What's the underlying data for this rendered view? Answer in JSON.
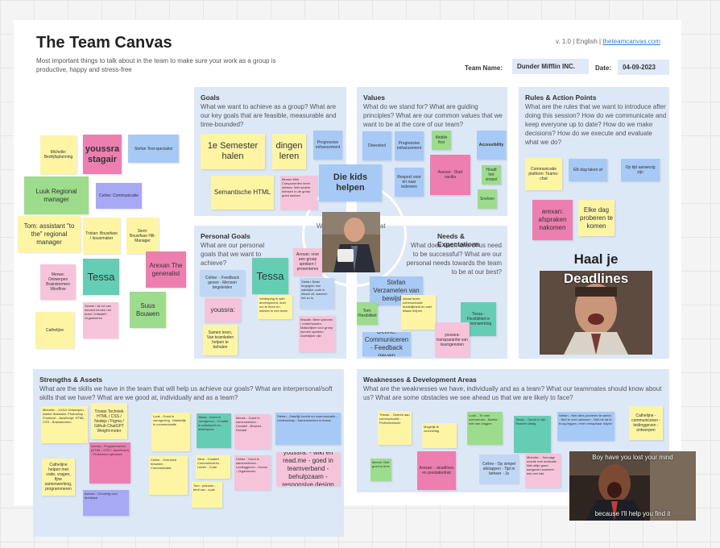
{
  "header": {
    "title": "The Team Canvas",
    "subtitle": "Most important things to talk about in the team to make sure your work as a group is productive, happy and stress-free",
    "version": "v. 1.0",
    "separator": "|",
    "language": "English",
    "site": "theteamcanvas.com",
    "team_label": "Team Name:",
    "team_value": "Dunder Mifflin INC.",
    "date_label": "Date:",
    "date_value": "04-09-2023"
  },
  "center": {
    "left": "We",
    "right": "at"
  },
  "sections": {
    "goals": {
      "title": "Goals",
      "desc": "What we want to achieve as a group? What are our key goals that are feasible, measurable and time-bounded?"
    },
    "values": {
      "title": "Values",
      "desc": "What do we stand for? What are guiding principles? What are our common values that we want to be at the core of our team?"
    },
    "rules": {
      "title": "Rules & Action Points",
      "desc": "What are the rules that we want to introduce after doing this session? How do we communicate and keep everyone up to date? How do we make decisions? How do we execute and evaluate what we do?"
    },
    "personal": {
      "title": "Personal Goals",
      "desc": "What are our personal goals that we want to achieve?"
    },
    "needs": {
      "title": "Needs & Expectations",
      "desc": "What does each one of us need to be successful? What are our personal needs towards the team to be at our best?"
    },
    "strengths": {
      "title": "Strengths & Assets",
      "desc": "What are the skills we have in the team that will help us achieve our goals? What are interpersonal/soft skills that we have? What are we good at, individually and as a team?"
    },
    "weak": {
      "title": "Weaknesses & Development Areas",
      "desc": "What are the weaknesses we have, individually and as a team? What our teammates should know about us? What are some obstacles we see ahead us that we are likely to face?"
    }
  },
  "notes": {
    "left_1": "Michelle: Bedrijfsplanning",
    "left_2": "youssra stagair",
    "left_3": "Stefan Test-specialist",
    "left_4": "Luuk Regional manager",
    "left_5": "Celine: Communicatie",
    "left_6": "Tom: assistant \"to the\" regional manager",
    "left_7": "Tristan: Bouwfase / Issuemaker",
    "left_8": "Siem: Bouwfase Hill-Manager",
    "left_9": "Merwe: Ontwerpen Brainstormen Wireflow",
    "left_10": "Tessa",
    "left_11": "Arexan The generalist",
    "left_12": "Suus Bouwen",
    "left_13": "Cathelijne",
    "left_14": "Sessie / de rol van iemand binnen het team / Initiatief / Organiseren",
    "goals_1": "1e Semester halen",
    "goals_2": "dingen leren",
    "goals_3": "Progressive enhancement",
    "goals_4": "Semantische HTML",
    "goals_5": "Binnen Mini Componenten leren werken. Met andere mensen in de groep goed werken",
    "goals_6": "Die kids helpen",
    "values_1": "Diversiteit",
    "values_2": "Progressive enhancement",
    "values_3": "Mobile first",
    "values_4": "Accessibility",
    "values_5": "Respect voor en naar iedereen",
    "values_6": "Arexan: -Start vanilla",
    "values_7": "Houdt het simpel",
    "values_8": "Snelsen",
    "rules_1": "Communicatie platform: Teams-chat",
    "rules_2": "Elk dag taken af",
    "rules_3": "Op tijd aanwezig zijn",
    "rules_4": "arexan: afspraken nakomen",
    "rules_5": "Elke dag proberen te komen",
    "rules_6": "Haal je",
    "rules_7": "Deadlines",
    "personal_1": "Celine: - Feedback geven - Mensen begeleiden",
    "personal_2": "Tessa",
    "personal_3": "youssra:",
    "personal_4": "Arexan: voor een groep spreken / presenteren",
    "personal_5": "Stefan: Beter begrijpen hoe zakelijke code in elkaar zit, waarom het zo is",
    "personal_6": "Samen leren, Van teamleden helpen te behalen",
    "personal_7": "Verdieping in web development, doel om te leren en werken in een team",
    "personal_8": "Maudie: Beter plannen / onderhouden. Makkelijker voor groep kunnen spreken. Doelstijker zijn",
    "needs_1": "Stefan Verzamelen van bewijslast",
    "needs_2": "Tom: Flexibiliteit",
    "needs_3": "Ideaal team: communicatie duidelijkheid en snel elkaar helpen",
    "needs_4": "Tessa - Flexibiliteit in samenwerking",
    "needs_5": "Celine: Communiceren - Feedback geven",
    "needs_6": "youssra: transparantie van teamgenoten",
    "strengths_1": "Michelle: - UX/UI Ontwerpen - Adobe Illustrator, Photoshop - Frontend - JavaScript, HTML, CSS - Brainstormen",
    "strengths_2": "Tristan Techniek HTML / CSS / Nodejs / Figma / Github ChatGPT Weight-meter",
    "strengths_3": "Luuk - Goed in vormgeving - Makkelijk in communicatie",
    "strengths_4": "Tessa - Goed in vormgeven - Creatief in ontwerpen en wireframes",
    "strengths_5": "Merwe - Goed in samenwerken - Creatief - Bewust - Sociaal",
    "strengths_6": "Stefan - Zakelijk inzicht en communicatie - Leiderschap - Samenwerken in teams",
    "strengths_7": "Cathelijne helpen met code, vragen, fijne samenwerking, programmeren",
    "strengths_8": "Arexan - Programmeren (HTML / CSS / JavaScript) - Problemen oplossen",
    "strengths_9": "Siem - Creatief - Communiceren - Leider - Code",
    "strengths_10": "Celine - Goed in samenwerken - Leidinggeven - Humor - Organiseren",
    "strengths_11": "youssra: - wiki en read.me - goed in teamverband - behulpzaam - responsive design",
    "strengths_12": "Tom - plannen - html css - code",
    "strengths_13": "Arexan - Gevoelig voor feedback",
    "strengths_14": "Celine - Overzicht bewaren - Communicatie",
    "weak_1": "Tristan: - Gebrek aan communicatie - Perfectionisme",
    "weak_2": "Luuk: - Te veel overnemen - Moeite met nee zeggen",
    "weak_3": "Tessa: - Slecht in tijd - Plannen lastig",
    "weak_4": "Stefan - Niet alles proberen te weten - Niet te snel oplossen - Niet de lat te hoog leggen, meer behapbaar blijven",
    "weak_5": "Cathelijne -communiceren -leidinggeven -ontwerpen",
    "weak_6": "Arexan: - deadlines en prestatiedruk",
    "weak_7": "Celine - Op simpel afstappen - Tijd in beheer - Js",
    "weak_8": "Merwe: Niet goed in time",
    "weak_9": "Mogelijk te voorzichtig",
    "weak_10": "Michelle: - Somnige moeite met motivatie - Niet altijd goed aangeven wanneer iets niet lukt"
  },
  "gif": {
    "top": "Boy have you lost your mind",
    "bottom": "because I'll help you find it"
  }
}
